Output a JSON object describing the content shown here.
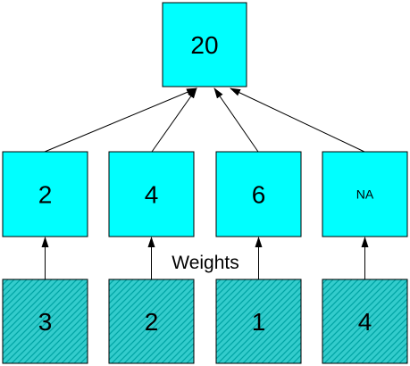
{
  "colors": {
    "box_fill": "#00FFFF",
    "hatched_fill": "#33CCCC",
    "hatch_stroke": "#00A5A5",
    "outline": "#000000",
    "edge": "#000000"
  },
  "diagram": {
    "root": {
      "label": "20"
    },
    "middle": [
      {
        "label": "2"
      },
      {
        "label": "4"
      },
      {
        "label": "6"
      },
      {
        "label": "NA"
      }
    ],
    "bottom": [
      {
        "label": "3",
        "pattern": "hatched"
      },
      {
        "label": "2",
        "pattern": "hatched"
      },
      {
        "label": "1",
        "pattern": "hatched"
      },
      {
        "label": "4",
        "pattern": "hatched"
      }
    ],
    "weights_caption": "Weights",
    "edges": [
      {
        "from": "middle.0",
        "to": "root"
      },
      {
        "from": "middle.1",
        "to": "root"
      },
      {
        "from": "middle.2",
        "to": "root"
      },
      {
        "from": "middle.3",
        "to": "root"
      },
      {
        "from": "bottom.0",
        "to": "middle.0"
      },
      {
        "from": "bottom.1",
        "to": "middle.1"
      },
      {
        "from": "bottom.2",
        "to": "middle.2"
      },
      {
        "from": "bottom.3",
        "to": "middle.3"
      }
    ]
  }
}
